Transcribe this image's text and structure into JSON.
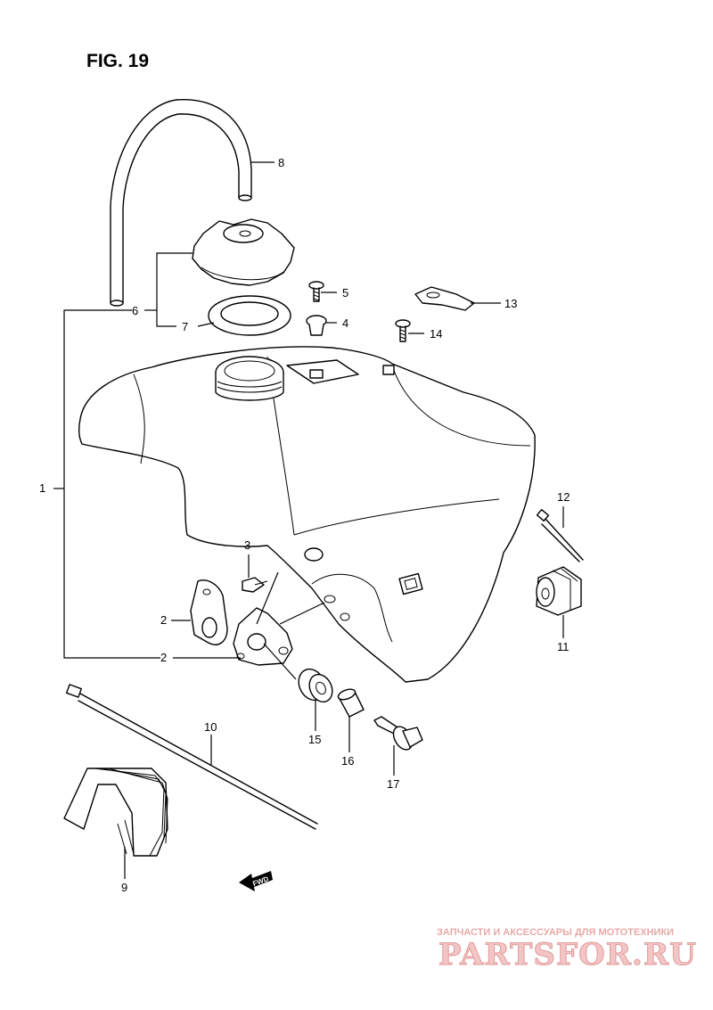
{
  "figure": {
    "title": "FIG. 19"
  },
  "fwd_label": "FWD",
  "callouts": [
    {
      "id": "c1",
      "text": "1"
    },
    {
      "id": "c2a",
      "text": "2"
    },
    {
      "id": "c2b",
      "text": "2"
    },
    {
      "id": "c3",
      "text": "3"
    },
    {
      "id": "c4",
      "text": "4"
    },
    {
      "id": "c5",
      "text": "5"
    },
    {
      "id": "c6",
      "text": "6"
    },
    {
      "id": "c7",
      "text": "7"
    },
    {
      "id": "c8",
      "text": "8"
    },
    {
      "id": "c9",
      "text": "9"
    },
    {
      "id": "c10",
      "text": "10"
    },
    {
      "id": "c11",
      "text": "11"
    },
    {
      "id": "c12",
      "text": "12"
    },
    {
      "id": "c13",
      "text": "13"
    },
    {
      "id": "c14",
      "text": "14"
    },
    {
      "id": "c15",
      "text": "15"
    },
    {
      "id": "c16",
      "text": "16"
    },
    {
      "id": "c17",
      "text": "17"
    }
  ],
  "watermark": {
    "line1": "ЗАПЧАСТИ И АКСЕССУАРЫ ДЛЯ МОТОТЕХНИКИ",
    "line2": "PARTSFOR.RU"
  }
}
